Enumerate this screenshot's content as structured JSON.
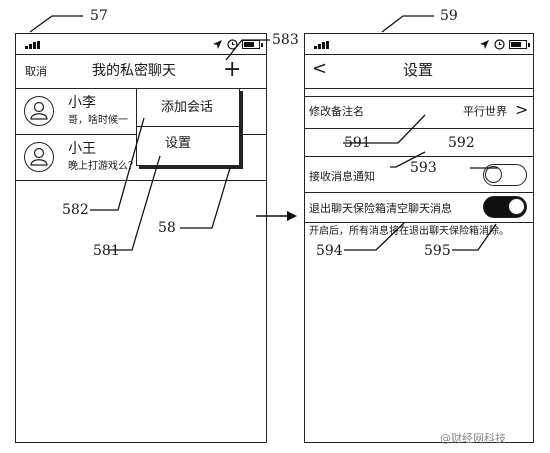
{
  "refs": {
    "left_phone": "57",
    "right_phone": "59",
    "plus_button": "583",
    "popup": "58",
    "menu_settings": "581",
    "menu_add_chat": "582",
    "remark_row": "591",
    "notify_row": "592",
    "notify_toggle": "593",
    "exit_clear_row": "594",
    "exit_clear_toggle": "595"
  },
  "left_screen": {
    "cancel": "取消",
    "title": "我的私密聊天",
    "plus": "+",
    "chats": [
      {
        "name": "小李",
        "preview": "哥，啥时候一"
      },
      {
        "name": "小王",
        "preview": "晚上打游戏么？"
      }
    ],
    "menu": {
      "add_chat": "添加会话",
      "settings": "设置"
    }
  },
  "right_screen": {
    "back": "<",
    "title": "设置",
    "remark_label": "修改备注名",
    "remark_value": "平行世界",
    "remark_chevron": ">",
    "notify_label": "接收消息通知",
    "notify_on": false,
    "exit_clear_label": "退出聊天保险箱清空聊天消息",
    "exit_clear_on": true,
    "exit_clear_hint": "开启后，所有消息将在退出聊天保险箱消除。"
  },
  "watermark": "@财经网科技",
  "icons": [
    "signal-icon",
    "location-arrow-icon",
    "clock-icon",
    "battery-icon",
    "arrow-right-icon",
    "user-avatar-icon"
  ]
}
